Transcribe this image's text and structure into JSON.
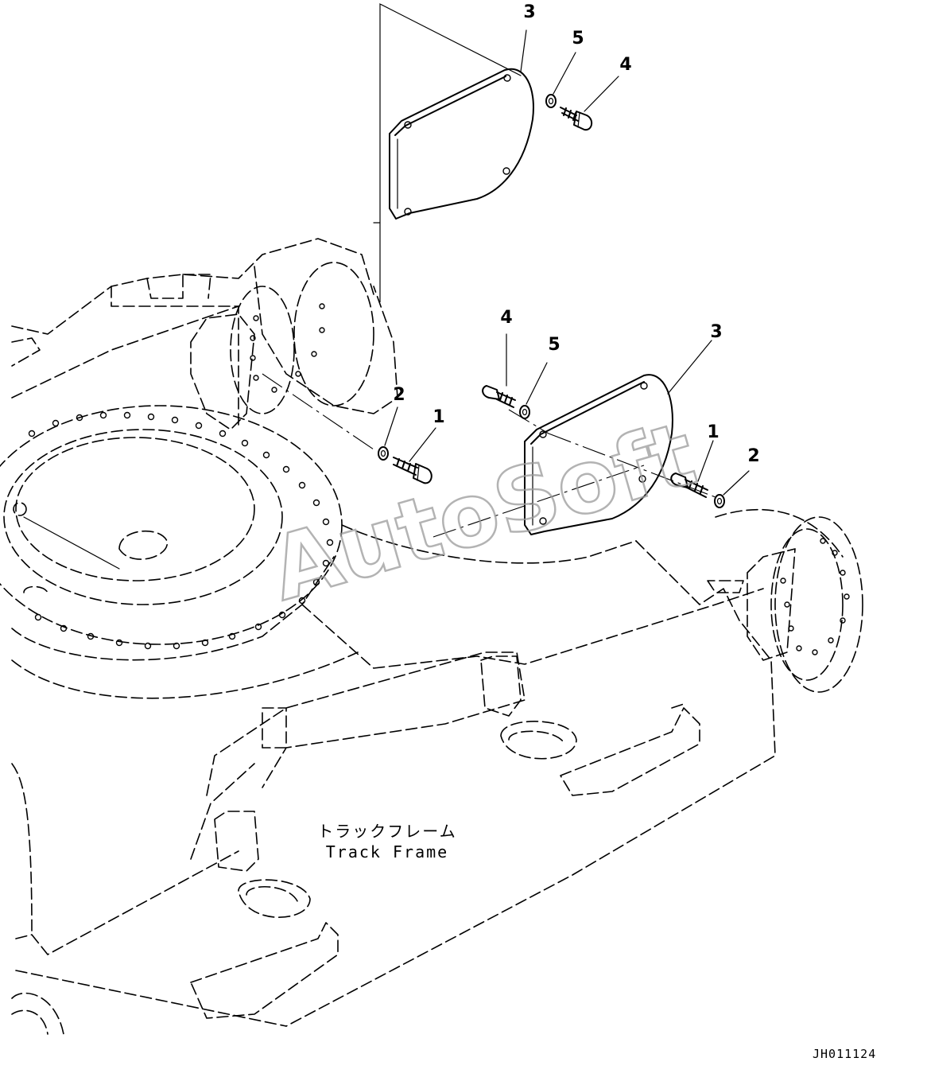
{
  "callouts": {
    "top_cover": "3",
    "top_washer": "5",
    "top_bolt": "4",
    "left_washer": "2",
    "left_bolt": "1",
    "right_bolt_upper": "4",
    "right_washer_upper": "5",
    "right_cover": "3",
    "right_bolt_lower": "1",
    "right_washer_lower": "2"
  },
  "labels": {
    "track_frame_jp": "トラックフレーム",
    "track_frame_en": "Track Frame"
  },
  "drawing_code": "JH011124",
  "watermark": "AutoSoft"
}
